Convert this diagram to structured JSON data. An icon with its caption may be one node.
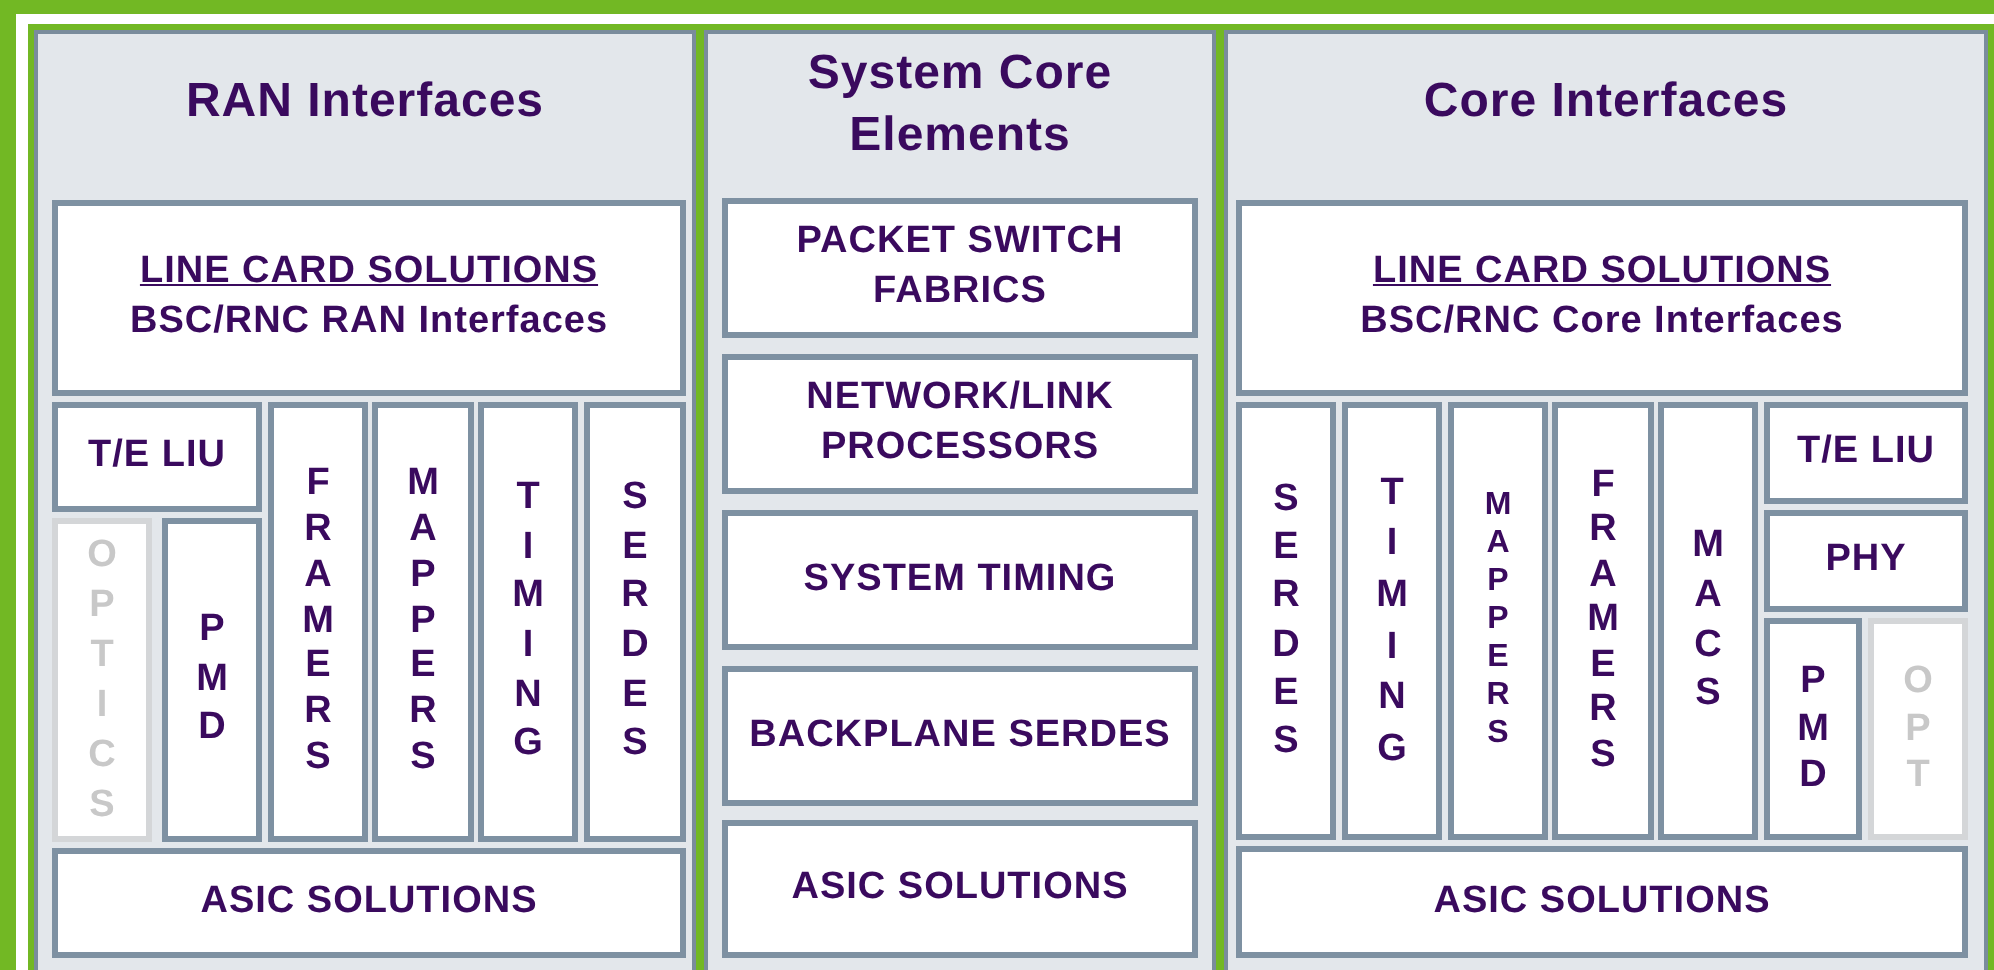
{
  "diagram": {
    "nodes": [
      {
        "text": [
          "RAN Interfaces"
        ]
      },
      {
        "text": [
          "LINE CARD SOLUTIONS",
          "BSC/RNC RAN Interfaces"
        ],
        "in": 0
      },
      {
        "text": [
          "T/E LIU"
        ],
        "in": 0
      },
      {
        "text": [
          "OPTICS"
        ],
        "in": 0
      },
      {
        "text": [
          "PMD"
        ],
        "in": 0
      },
      {
        "text": [
          "FRAMERS"
        ],
        "in": 0
      },
      {
        "text": [
          "MAPPERS"
        ],
        "in": 0
      },
      {
        "text": [
          "TIMING"
        ],
        "in": 0
      },
      {
        "text": [
          "SERDES"
        ],
        "in": 0
      },
      {
        "text": [
          "ASIC SOLUTIONS"
        ],
        "in": 0
      },
      {
        "text": [
          "System Core Elements"
        ]
      },
      {
        "text": [
          "PACKET SWITCH FABRICS"
        ],
        "in": 10
      },
      {
        "text": [
          "NETWORK/LINK PROCESSORS"
        ],
        "in": 10
      },
      {
        "text": [
          "SYSTEM TIMING"
        ],
        "in": 10
      },
      {
        "text": [
          "BACKPLANE SERDES"
        ],
        "in": 10
      },
      {
        "text": [
          "ASIC SOLUTIONS"
        ],
        "in": 10
      },
      {
        "text": [
          "Core Interfaces"
        ]
      },
      {
        "text": [
          "LINE CARD SOLUTIONS",
          "BSC/RNC Core Interfaces"
        ],
        "in": 16
      },
      {
        "text": [
          "SERDES"
        ],
        "in": 16
      },
      {
        "text": [
          "TIMING"
        ],
        "in": 16
      },
      {
        "text": [
          "MAPPERS"
        ],
        "in": 16
      },
      {
        "text": [
          "FRAMERS"
        ],
        "in": 16
      },
      {
        "text": [
          "MACS"
        ],
        "in": 16
      },
      {
        "text": [
          "T/E LIU"
        ],
        "in": 16
      },
      {
        "text": [
          "PHY"
        ],
        "in": 16
      },
      {
        "text": [
          "PMD"
        ],
        "in": 16
      },
      {
        "text": [
          "OPT"
        ],
        "in": 16
      },
      {
        "text": [
          "ASIC SOLUTIONS"
        ],
        "in": 16
      }
    ]
  }
}
